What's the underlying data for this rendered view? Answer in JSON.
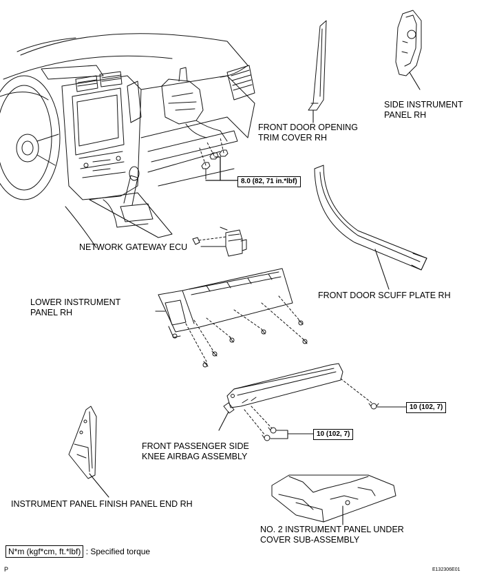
{
  "labels": {
    "door_trim": [
      "FRONT DOOR OPENING",
      "TRIM COVER RH"
    ],
    "side_panel": [
      "SIDE INSTRUMENT",
      "PANEL RH"
    ],
    "gateway_ecu": "NETWORK GATEWAY ECU",
    "lower_panel": [
      "LOWER INSTRUMENT",
      "PANEL RH"
    ],
    "scuff_plate": "FRONT DOOR SCUFF PLATE RH",
    "knee_airbag": [
      "FRONT PASSENGER SIDE",
      "KNEE AIRBAG ASSEMBLY"
    ],
    "finish_panel": "INSTRUMENT PANEL FINISH PANEL END RH",
    "under_cover": [
      "NO. 2 INSTRUMENT PANEL UNDER",
      "COVER SUB-ASSEMBLY"
    ]
  },
  "torques": {
    "nut": "8.0 (82, 71 in.*lbf)",
    "bolt_a": "10 (102, 7)",
    "bolt_b": "10 (102, 7)"
  },
  "legend": {
    "unit_box": "N*m (kgf*cm, ft.*lbf)",
    "text": ": Specified torque"
  },
  "footer": {
    "left": "P",
    "code": "E132306E01"
  }
}
